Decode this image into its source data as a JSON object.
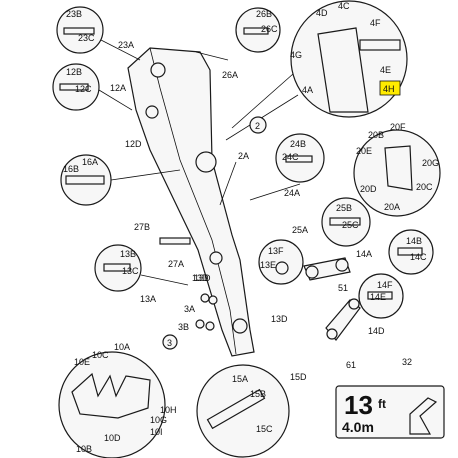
{
  "highlight_color": "#ffeb00",
  "labels": {
    "l23B": "23B",
    "l23C": "23C",
    "l23A": "23A",
    "l12B": "12B",
    "l12C": "12C",
    "l12A": "12A",
    "l12D": "12D",
    "l16B": "16B",
    "l16A": "16A",
    "l26B": "26B",
    "l26C": "26C",
    "l26A": "26A",
    "l4D": "4D",
    "l4C": "4C",
    "l4F": "4F",
    "l4G": "4G",
    "l4E": "4E",
    "l4A": "4A",
    "l4H": "4H",
    "l2": "2",
    "l2A": "2A",
    "l24B": "24B",
    "l24C": "24C",
    "l24A": "24A",
    "l20F": "20F",
    "l20B": "20B",
    "l20E": "20E",
    "l20G": "20G",
    "l20D": "20D",
    "l20C": "20C",
    "l20A": "20A",
    "l25B": "25B",
    "l25C": "25C",
    "l25A": "25A",
    "l27B": "27B",
    "l27A": "27A",
    "l13B": "13B",
    "l13C": "13C",
    "l13A": "13A",
    "l13D": "13D",
    "l13F": "13F",
    "l13E": "13E",
    "l14A": "14A",
    "l14B": "14B",
    "l14C": "14C",
    "l14F": "14F",
    "l14E": "14E",
    "l14D": "14D",
    "l51": "51",
    "l61": "61",
    "l3A": "3A",
    "l3B": "3B",
    "l3": "3",
    "l10E": "10E",
    "l10C": "10C",
    "l10A": "10A",
    "l10H": "10H",
    "l10G": "10G",
    "l10I": "10I",
    "l10B": "10B",
    "l10D": "10D",
    "l15A": "15A",
    "l15B": "15B",
    "l15C": "15C",
    "l15D": "15D",
    "l32": "32"
  },
  "decal": {
    "big": "13",
    "unit": "ft",
    "sub": "4.0m"
  }
}
